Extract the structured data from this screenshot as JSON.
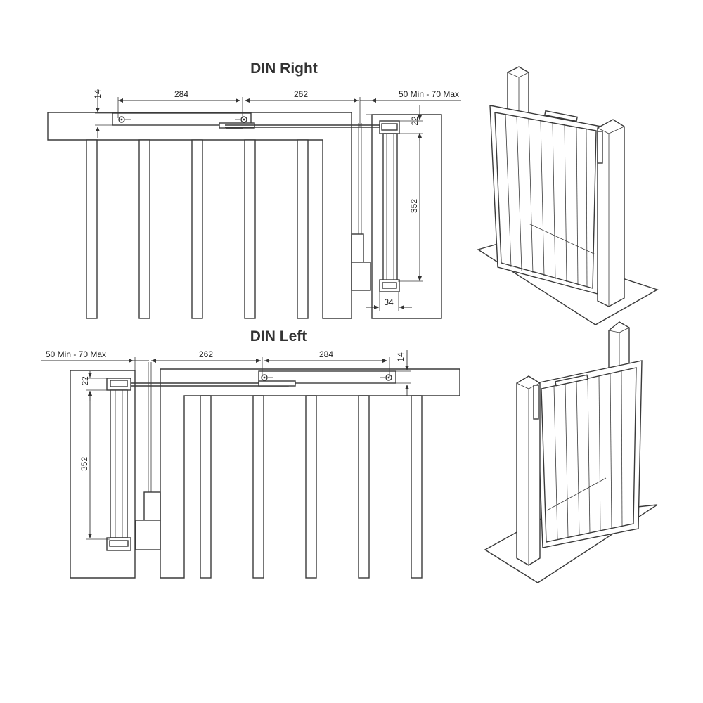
{
  "din_right": {
    "title": "DIN Right",
    "dim_284": "284",
    "dim_262": "262",
    "dim_14": "14",
    "dim_gap": "50 Min - 70 Max",
    "dim_22": "22",
    "dim_352": "352",
    "dim_34": "34"
  },
  "din_left": {
    "title": "DIN Left",
    "dim_gap": "50 Min - 70 Max",
    "dim_262": "262",
    "dim_284": "284",
    "dim_14": "14",
    "dim_22": "22",
    "dim_352": "352"
  },
  "colors": {
    "line": "#3a3a3a",
    "text": "#222222",
    "title": "#333333"
  }
}
